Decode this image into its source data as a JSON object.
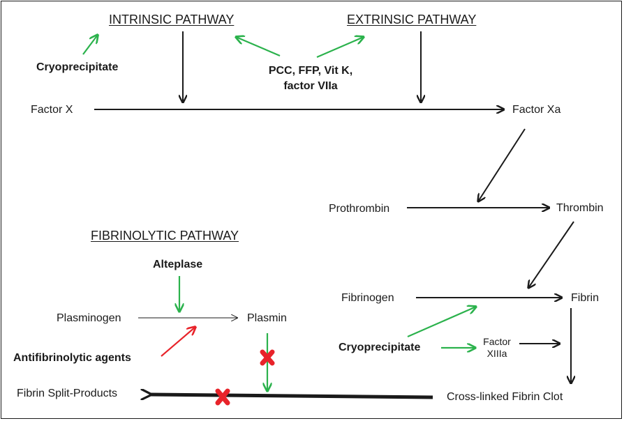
{
  "headings": {
    "intrinsic": "INTRINSIC PATHWAY",
    "extrinsic": "EXTRINSIC PATHWAY",
    "fibrinolytic": "FIBRINOLYTIC PATHWAY"
  },
  "nodes": {
    "factor_x": "Factor X",
    "factor_xa": "Factor Xa",
    "prothrombin": "Prothrombin",
    "thrombin": "Thrombin",
    "fibrinogen": "Fibrinogen",
    "fibrin": "Fibrin",
    "factor_xiiia_line1": "Factor",
    "factor_xiiia_line2": "XIIIa",
    "crosslinked_clot": "Cross-linked Fibrin Clot",
    "plasminogen": "Plasminogen",
    "plasmin": "Plasmin",
    "fibrin_split_products": "Fibrin Split-Products"
  },
  "agents": {
    "cryo_top": "Cryoprecipitate",
    "pcc_line1": "PCC, FFP, Vit K,",
    "pcc_line2": "factor VIIa",
    "cryo_bottom": "Cryoprecipitate",
    "alteplase": "Alteplase",
    "antifibrinolytic": "Antifibrinolytic agents"
  },
  "colors": {
    "black_arrow": "#1a1a1a",
    "promote_arrow": "#2bb24c",
    "inhibit_arrow": "#e8232a",
    "block_mark": "#e8232a"
  }
}
